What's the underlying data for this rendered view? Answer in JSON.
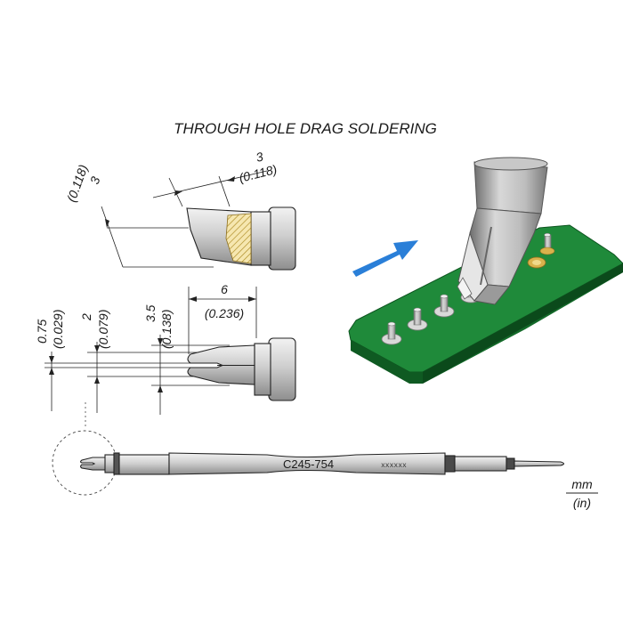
{
  "title": "THROUGH HOLE DRAG SOLDERING",
  "dimensions": {
    "side_height_mm": "3",
    "side_height_in": "(0.118)",
    "side_length_mm": "3",
    "side_length_in": "(0.118)",
    "top_a_mm": "0.75",
    "top_a_in": "(0.029)",
    "top_b_mm": "2",
    "top_b_in": "(0.079)",
    "top_c_mm": "3.5",
    "top_c_in": "(0.138)",
    "top_length_mm": "6",
    "top_length_in": "(0.236)"
  },
  "cartridge": {
    "model": "C245-754",
    "serial": "xxxxxx"
  },
  "units": {
    "primary": "mm",
    "secondary": "(in)"
  },
  "colors": {
    "pcb_green": "#1f8a3a",
    "pcb_dark": "#146a2a",
    "arrow_blue": "#2a7fd8",
    "solder_gold": "#d9b24c",
    "metal": "#b8b8b8"
  }
}
